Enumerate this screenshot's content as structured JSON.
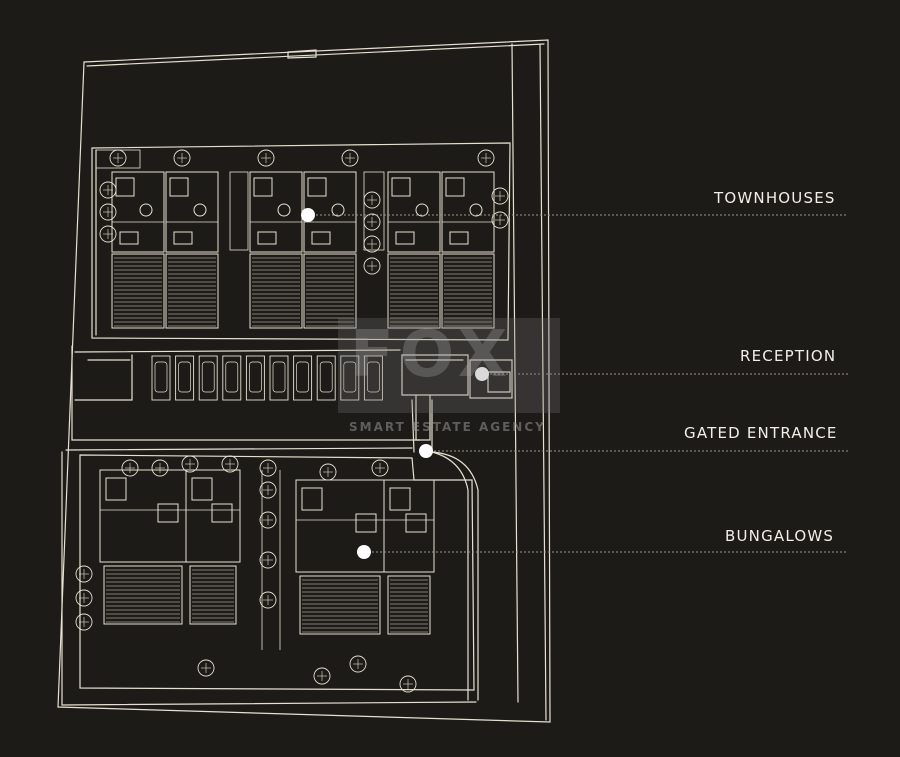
{
  "labels": {
    "townhouses": "TOWNHOUSES",
    "reception": "RECEPTION",
    "gated_entrance": "GATED ENTRANCE",
    "bungalows": "BUNGALOWS"
  },
  "watermark": {
    "logo": "FOX",
    "tagline": "SMART ESTATE AGENCY"
  },
  "colors": {
    "background": "#1d1b18",
    "line": "#e9e4d2",
    "text": "#f2efe6"
  }
}
